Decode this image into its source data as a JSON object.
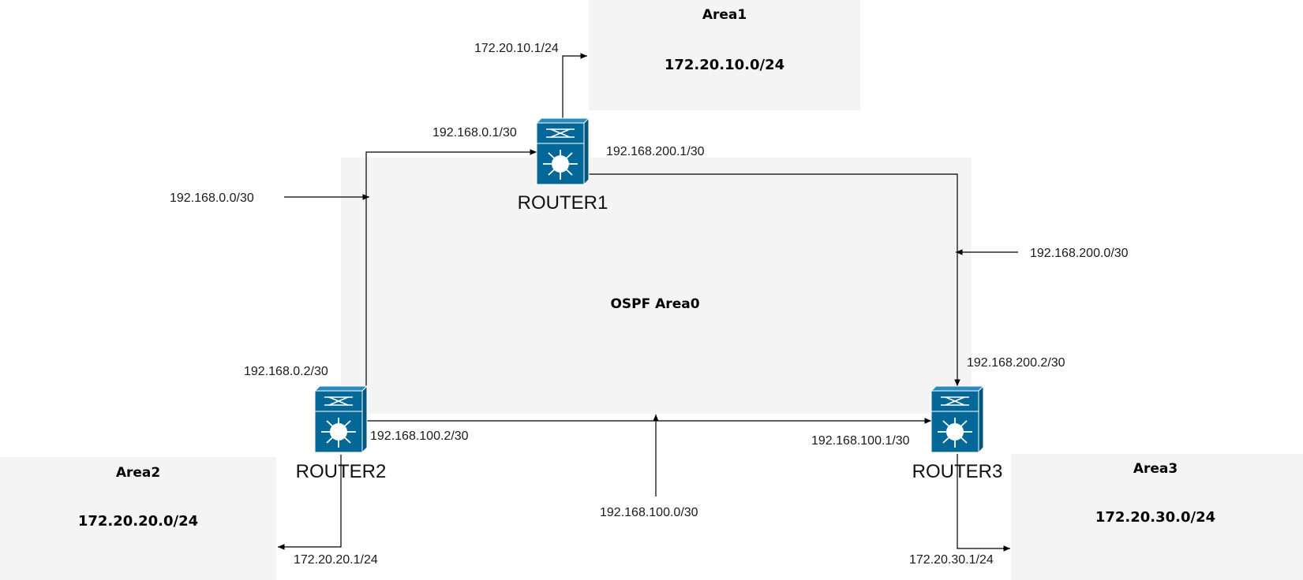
{
  "diagram": {
    "backbone": {
      "title": "OSPF Area0"
    },
    "areas": [
      {
        "id": "area1",
        "title": "Area1",
        "network": "172.20.10.0/24"
      },
      {
        "id": "area2",
        "title": "Area2",
        "network": "172.20.20.0/24"
      },
      {
        "id": "area3",
        "title": "Area3",
        "network": "172.20.30.0/24"
      }
    ],
    "routers": [
      {
        "id": "router1",
        "label": "ROUTER1",
        "icon": "layer3-switch-icon"
      },
      {
        "id": "router2",
        "label": "ROUTER2",
        "icon": "layer3-switch-icon"
      },
      {
        "id": "router3",
        "label": "ROUTER3",
        "icon": "layer3-switch-icon"
      }
    ],
    "links": {
      "r1_r2": {
        "subnet": "192.168.0.0/30",
        "r1_ip": "192.168.0.1/30",
        "r2_ip": "192.168.0.2/30"
      },
      "r1_r3": {
        "subnet": "192.168.200.0/30",
        "r1_ip": "192.168.200.1/30",
        "r3_ip": "192.168.200.2/30"
      },
      "r2_r3": {
        "subnet": "192.168.100.0/30",
        "r2_ip": "192.168.100.2/30",
        "r3_ip": "192.168.100.1/30"
      },
      "r1_area1": {
        "ip": "172.20.10.1/24"
      },
      "r2_area2": {
        "ip": "172.20.20.1/24"
      },
      "r3_area3": {
        "ip": "172.20.30.1/24"
      }
    },
    "colors": {
      "area_fill": "#f4f4f4",
      "router_blue": "#036897",
      "line": "#000000"
    }
  }
}
